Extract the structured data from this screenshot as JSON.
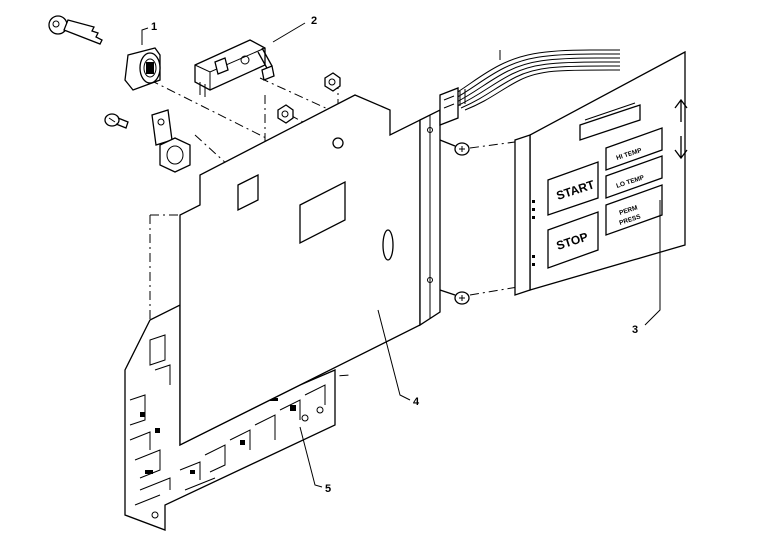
{
  "callouts": {
    "c1": "1",
    "c2": "2",
    "c3": "3",
    "c4": "4",
    "c5": "5"
  },
  "keypad": {
    "start": "START",
    "stop": "STOP",
    "key_upper_right_1": "HI TEMP",
    "key_upper_right_2": "LO TEMP",
    "key_perm_1": "PERM",
    "key_perm_2": "PRESS"
  },
  "colors": {
    "ink": "#000000",
    "background": "#ffffff"
  }
}
